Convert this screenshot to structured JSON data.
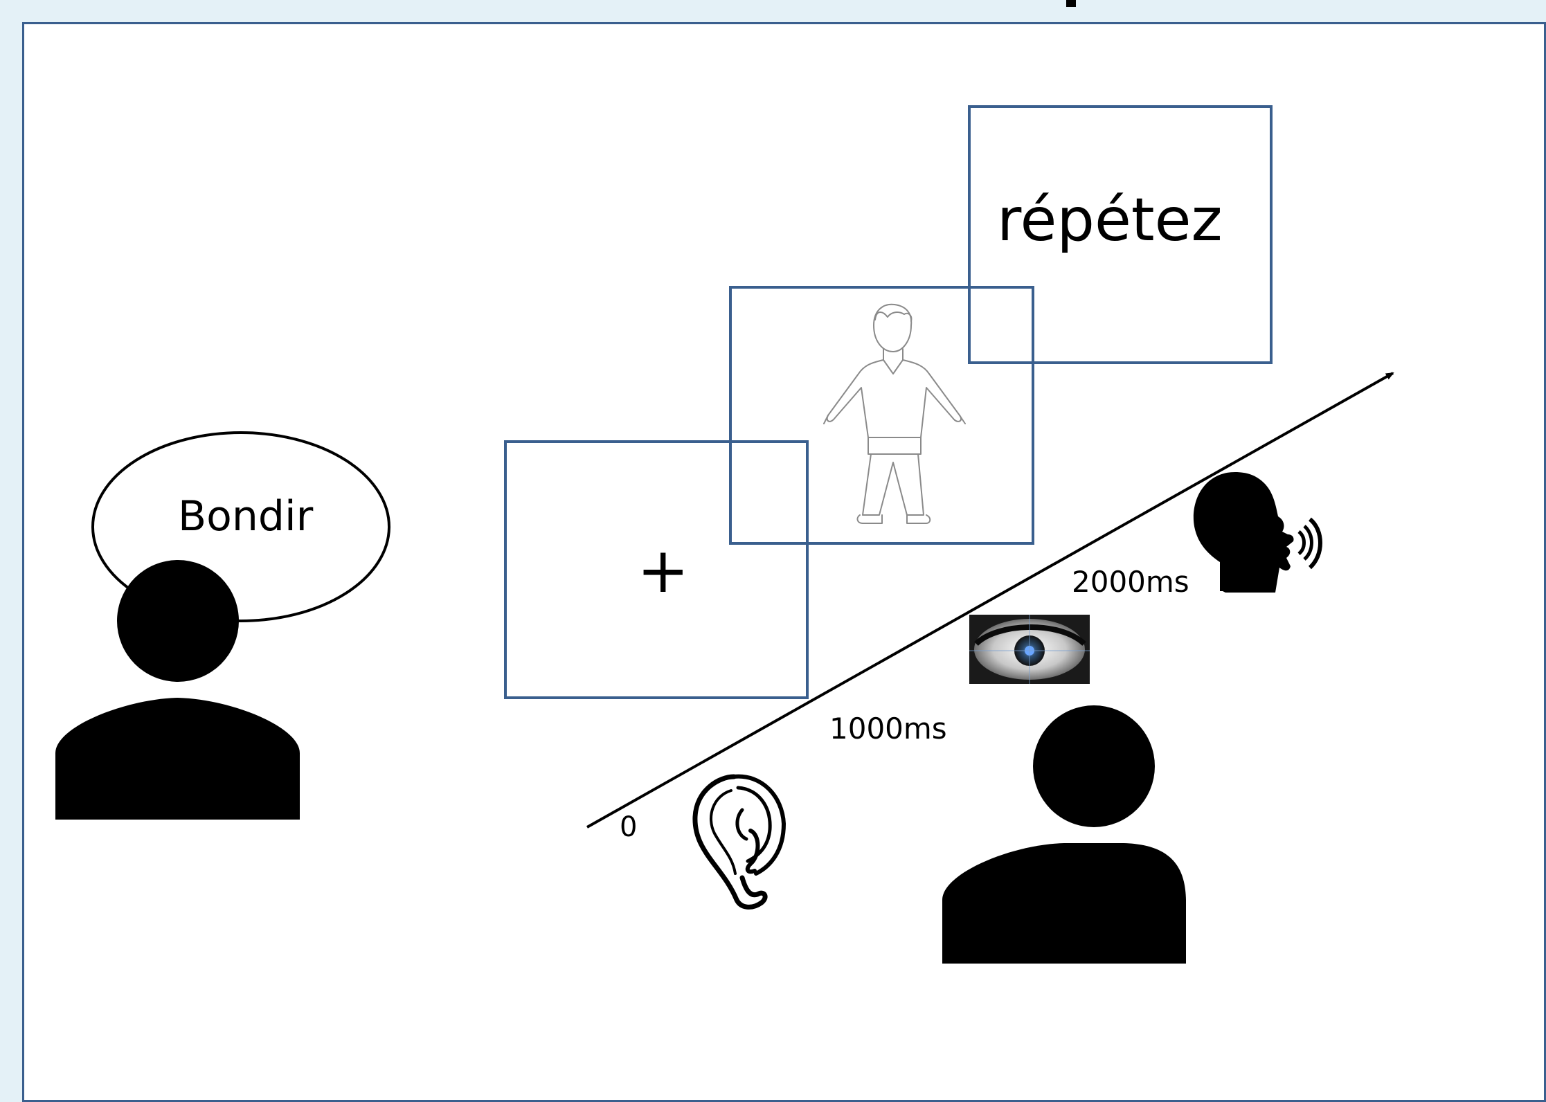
{
  "speech_bubble": {
    "word": "Bondir"
  },
  "screens": {
    "fixation": {
      "symbol": "+"
    },
    "instruction": {
      "word": "répétez"
    }
  },
  "timeline": {
    "start_label": "0",
    "label_1": "1000ms",
    "label_2": "2000ms"
  },
  "colors": {
    "background": "#e4f1f7",
    "frame": "#3a5f8e",
    "silhouette": "#000000"
  },
  "icons": [
    "person-silhouette-icon",
    "ear-icon",
    "eye-tracking-image",
    "speaking-head-icon",
    "person-figure-drawing"
  ]
}
